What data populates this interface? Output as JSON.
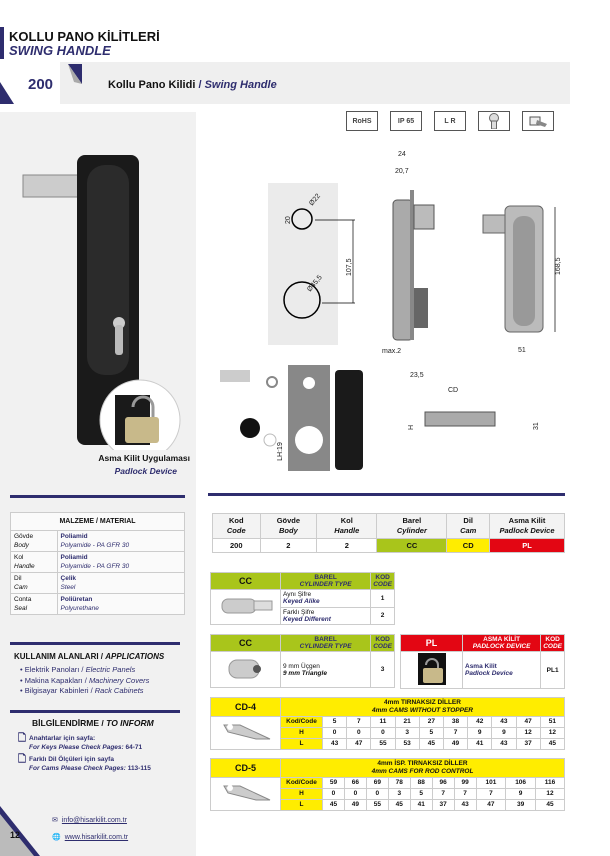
{
  "header": {
    "category_tr": "KOLLU PANO KİLİTLERİ",
    "category_en": "SWING HANDLE",
    "product_code": "200",
    "product_name_tr": "Kollu Pano Kilidi",
    "product_name_en": "Swing Handle",
    "separator": "/"
  },
  "feature_icons": [
    {
      "name": "rohs-icon",
      "label": "RoHS"
    },
    {
      "name": "ip65-icon",
      "label": "IP 65"
    },
    {
      "name": "left-right-icon",
      "label": "L R"
    },
    {
      "name": "cylinder-icon",
      "label": ""
    },
    {
      "name": "padlock-icon",
      "label": ""
    }
  ],
  "padlock_caption": {
    "tr": "Asma Kilit Uygulaması",
    "en": "Padlock Device"
  },
  "drawing_dims": {
    "d1": "Ø22",
    "d1h": "20",
    "d2": "Ø45,5",
    "spacing": "107,5",
    "w24": "24",
    "w207": "20,7",
    "max2": "max.2",
    "w235": "23,5",
    "h1685": "168,5",
    "w51": "51",
    "cd": "CD",
    "h": "H",
    "lh": "LH:19",
    "d31": "31"
  },
  "material": {
    "title": "MALZEME / MATERIAL",
    "rows": [
      {
        "part_tr": "Gövde",
        "part_en": "Body",
        "mat_tr": "Poliamid",
        "mat_en": "Polyamide - PA GFR 30"
      },
      {
        "part_tr": "Kol",
        "part_en": "Handle",
        "mat_tr": "Poliamid",
        "mat_en": "Polyamide - PA GFR 30"
      },
      {
        "part_tr": "Dil",
        "part_en": "Cam",
        "mat_tr": "Çelik",
        "mat_en": "Steel"
      },
      {
        "part_tr": "Conta",
        "part_en": "Seal",
        "mat_tr": "Poliüretan",
        "mat_en": "Polyurethane"
      }
    ]
  },
  "applications": {
    "title_tr": "KULLANIM ALANLARI /",
    "title_en": "APPLICATIONS",
    "items": [
      {
        "tr": "Elektrik Panoları /",
        "en": "Electric Panels"
      },
      {
        "tr": "Makina Kapakları /",
        "en": "Machinery Covers"
      },
      {
        "tr": "Bilgisayar Kabinleri /",
        "en": "Rack Cabinets"
      }
    ]
  },
  "inform": {
    "title_tr": "BİLGİLENDİRME /",
    "title_en": "TO INFORM",
    "items": [
      {
        "tr": "Anahtarlar için sayfa:",
        "en": "For Keys Please Check Pages:",
        "pages": "64-71"
      },
      {
        "tr": "Farklı Dil Ölçüleri için sayfa",
        "en": "For Cams Please Check Pages:",
        "pages": "113-115"
      }
    ]
  },
  "footer": {
    "page": "12",
    "email": "info@hisarkilit.com.tr",
    "web": "www.hisarkilit.com.tr"
  },
  "code_table": {
    "headers": [
      {
        "tr": "Kod",
        "en": "Code"
      },
      {
        "tr": "Gövde",
        "en": "Body"
      },
      {
        "tr": "Kol",
        "en": "Handle"
      },
      {
        "tr": "Barel",
        "en": "Cylinder"
      },
      {
        "tr": "Dil",
        "en": "Cam"
      },
      {
        "tr": "Asma Kilit",
        "en": "Padlock Device"
      }
    ],
    "values": [
      "200",
      "2",
      "2",
      "CC",
      "CD",
      "PL"
    ]
  },
  "cc1": {
    "code": "CC",
    "h_tr": "BAREL",
    "h_en": "CYLINDER TYPE",
    "k_tr": "KOD",
    "k_en": "CODE",
    "rows": [
      {
        "tr": "Aynı Şifre",
        "en": "Keyed Alike",
        "code": "1"
      },
      {
        "tr": "Farklı Şifre",
        "en": "Keyed Different",
        "code": "2"
      }
    ]
  },
  "cc2": {
    "code": "CC",
    "h_tr": "BAREL",
    "h_en": "CYLINDER TYPE",
    "k_tr": "KOD",
    "k_en": "CODE",
    "rows": [
      {
        "tr": "9 mm Üçgen",
        "en": "9 mm Triangle",
        "code": "3"
      }
    ]
  },
  "pl": {
    "code": "PL",
    "h_tr": "ASMA KİLİT",
    "h_en": "PADLOCK DEVICE",
    "k_tr": "KOD",
    "k_en": "CODE",
    "rows": [
      {
        "tr": "Asma Kilit",
        "en": "Padlock Device",
        "code": "PL1"
      }
    ]
  },
  "cd4": {
    "code": "CD-4",
    "title_tr": "4mm TIRNAKSIZ DİLLER",
    "title_en": "4mm CAMS WITHOUT STOPPER",
    "row_labels": [
      "Kod/Code",
      "H",
      "L"
    ],
    "codes": [
      "5",
      "7",
      "11",
      "21",
      "27",
      "38",
      "42",
      "43",
      "47",
      "51"
    ],
    "H": [
      "0",
      "0",
      "0",
      "3",
      "5",
      "7",
      "9",
      "9",
      "12",
      "12"
    ],
    "L": [
      "43",
      "47",
      "55",
      "53",
      "45",
      "49",
      "41",
      "43",
      "37",
      "45"
    ]
  },
  "cd5": {
    "code": "CD-5",
    "title_tr": "4mm İSP. TIRNAKSIZ DİLLER",
    "title_en": "4mm CAMS FOR ROD CONTROL",
    "row_labels": [
      "Kod/Code",
      "H",
      "L"
    ],
    "codes": [
      "59",
      "66",
      "69",
      "78",
      "88",
      "96",
      "99",
      "101",
      "106",
      "116"
    ],
    "H": [
      "0",
      "0",
      "0",
      "3",
      "5",
      "7",
      "7",
      "7",
      "9",
      "12"
    ],
    "L": [
      "45",
      "49",
      "55",
      "45",
      "41",
      "37",
      "43",
      "47",
      "39",
      "45"
    ]
  },
  "colors": {
    "navy": "#2e2d6e",
    "green": "#a9c51b",
    "yellow": "#ffed00",
    "red": "#e30613"
  }
}
